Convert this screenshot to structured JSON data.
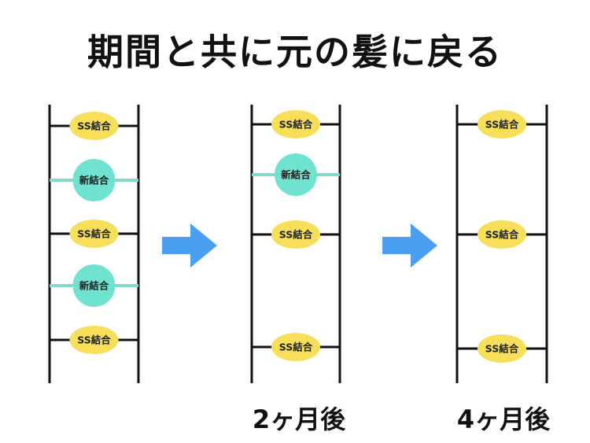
{
  "title": "期間と共に元の髪に戻る",
  "colors": {
    "rail": "#111111",
    "ss_fill": "#f7df5a",
    "new_fill": "#6fe3cf",
    "new_rung": "#84d7c9",
    "arrow": "#4a9ff0"
  },
  "ladders": [
    {
      "caption": "",
      "bonds": [
        {
          "type": "ss",
          "label": "SS結合"
        },
        {
          "type": "new",
          "label": "新結合"
        },
        {
          "type": "ss",
          "label": "SS結合"
        },
        {
          "type": "new",
          "label": "新結合"
        },
        {
          "type": "ss",
          "label": "SS結合"
        }
      ]
    },
    {
      "caption": "2ヶ月後",
      "bonds": [
        {
          "type": "ss",
          "label": "SS結合"
        },
        {
          "type": "new",
          "label": "新結合"
        },
        {
          "type": "ss",
          "label": "SS結合"
        },
        {
          "type": "ss",
          "label": "SS結合"
        }
      ]
    },
    {
      "caption": "4ヶ月後",
      "bonds": [
        {
          "type": "ss",
          "label": "SS結合"
        },
        {
          "type": "ss",
          "label": "SS結合"
        },
        {
          "type": "ss",
          "label": "SS結合"
        }
      ]
    }
  ],
  "arrows": [
    {
      "icon": "right-arrow-icon"
    },
    {
      "icon": "right-arrow-icon"
    }
  ]
}
